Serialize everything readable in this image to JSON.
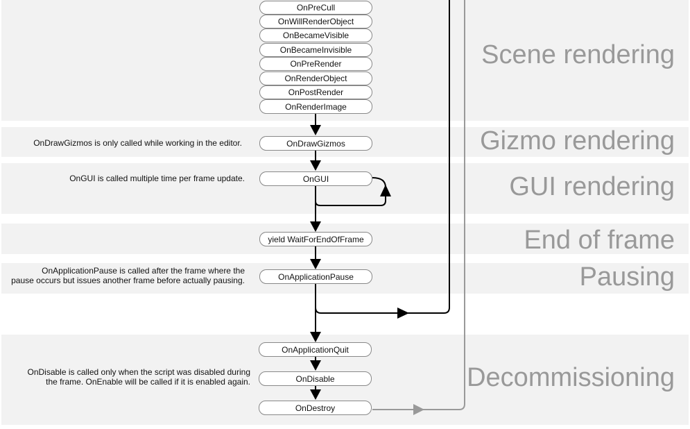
{
  "sections": {
    "scene": "Scene rendering",
    "gizmo": "Gizmo rendering",
    "gui": "GUI rendering",
    "end": "End of frame",
    "pausing": "Pausing",
    "decom": "Decommissioning"
  },
  "nodes": {
    "on_pre_cull": "OnPreCull",
    "on_will_render_object": "OnWillRenderObject",
    "on_became_visible": "OnBecameVisible",
    "on_became_invisible": "OnBecameInvisible",
    "on_pre_render": "OnPreRender",
    "on_render_object": "OnRenderObject",
    "on_post_render": "OnPostRender",
    "on_render_image": "OnRenderImage",
    "on_draw_gizmos": "OnDrawGizmos",
    "on_gui": "OnGUI",
    "yield_wait_for_end_of_frame": "yield WaitForEndOfFrame",
    "on_application_pause": "OnApplicationPause",
    "on_application_quit": "OnApplicationQuit",
    "on_disable": "OnDisable",
    "on_destroy": "OnDestroy"
  },
  "notes": {
    "gizmos": "OnDrawGizmos is only called while working in the editor.",
    "gui": "OnGUI is called multiple time per frame update.",
    "pause": [
      "OnApplicationPause is called after the frame where the",
      "pause occurs but issues another frame before actually pausing."
    ],
    "disable": [
      "OnDisable is called only when the script was disabled during",
      "the frame. OnEnable will be called if it is enabled again."
    ]
  },
  "colors": {
    "band": "#f2f2f2",
    "title": "#999999",
    "flow": "#000000",
    "exit": "#999999"
  }
}
